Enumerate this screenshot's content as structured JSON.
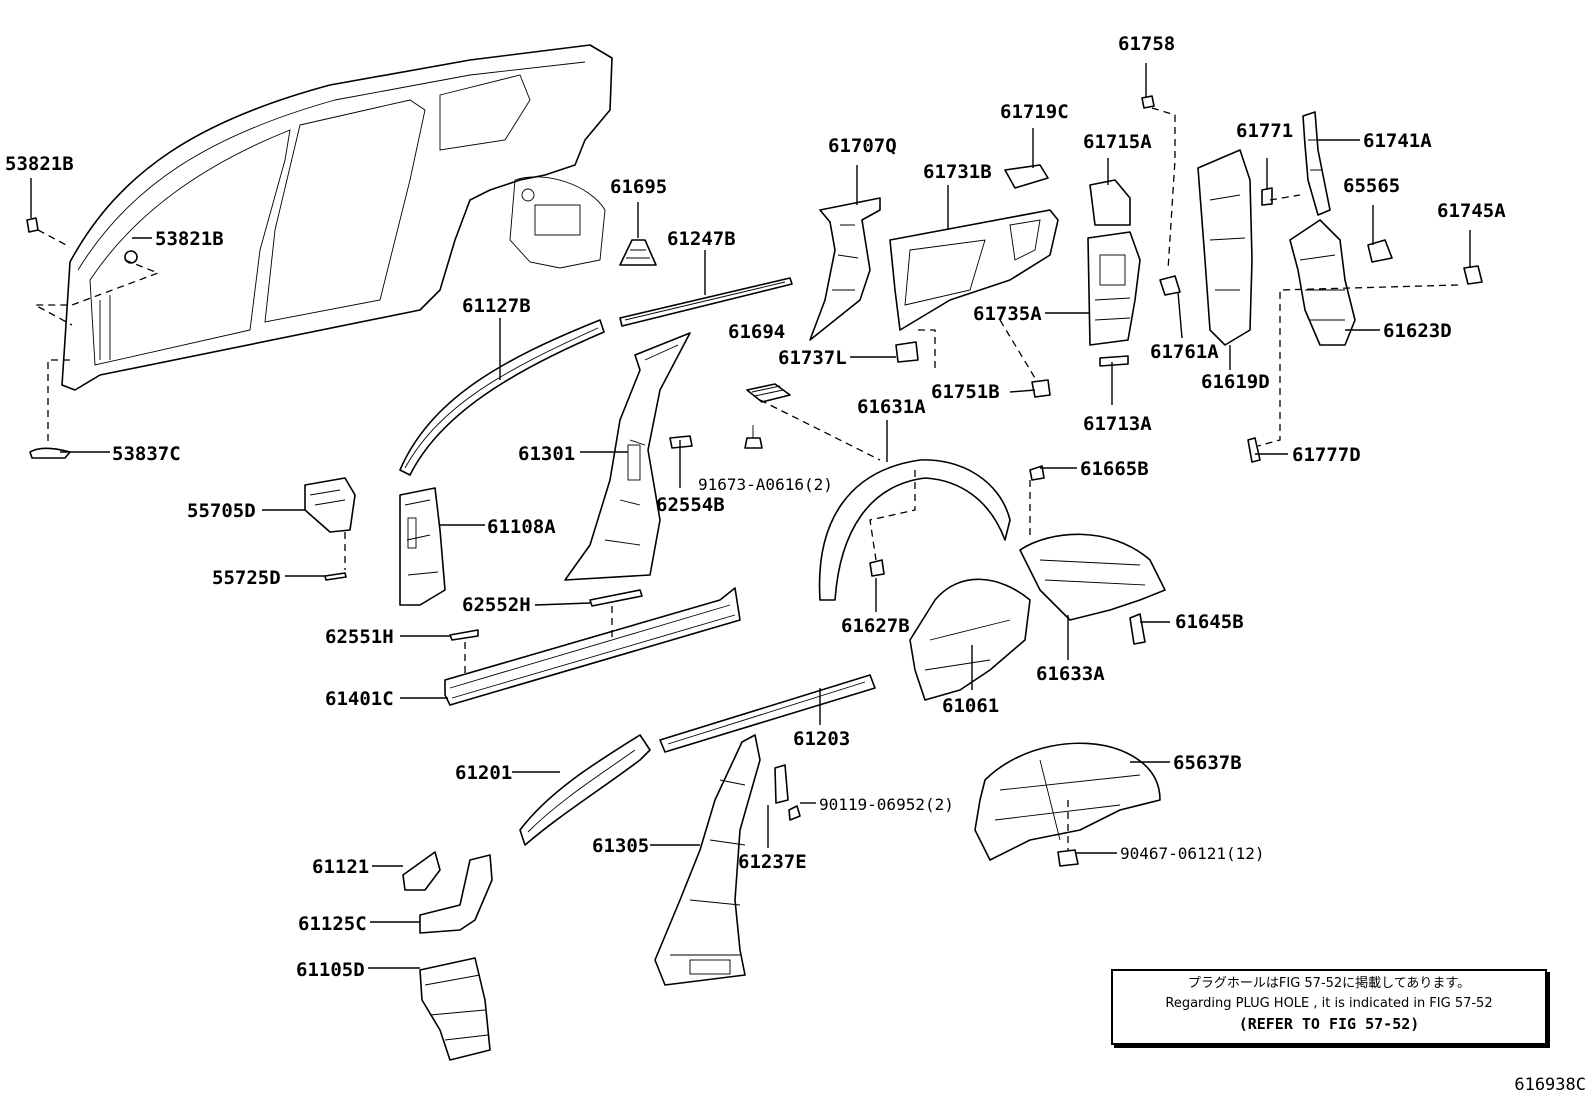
{
  "labels": {
    "l53821B_a": "53821B",
    "l53821B_b": "53821B",
    "l53837C": "53837C",
    "l61695": "61695",
    "l61247B": "61247B",
    "l61127B": "61127B",
    "l61694": "61694",
    "l61301": "61301",
    "l91673": "91673-A0616(2)",
    "l62554B": "62554B",
    "l55705D": "55705D",
    "l61108A": "61108A",
    "l55725D": "55725D",
    "l62552H": "62552H",
    "l62551H": "62551H",
    "l61401C": "61401C",
    "l61707Q": "61707Q",
    "l61719C": "61719C",
    "l61731B": "61731B",
    "l61715A": "61715A",
    "l61758": "61758",
    "l61771": "61771",
    "l61741A": "61741A",
    "l65565": "65565",
    "l61745A": "61745A",
    "l61735A": "61735A",
    "l61737L": "61737L",
    "l61751B": "61751B",
    "l61761A": "61761A",
    "l61619D": "61619D",
    "l61623D": "61623D",
    "l61713A": "61713A",
    "l61777D": "61777D",
    "l61631A": "61631A",
    "l61665B": "61665B",
    "l61627B": "61627B",
    "l61645B": "61645B",
    "l61633A": "61633A",
    "l61061": "61061",
    "l61203": "61203",
    "l61201": "61201",
    "l90119": "90119-06952(2)",
    "l61305": "61305",
    "l61237E": "61237E",
    "l65637B": "65637B",
    "l90467": "90467-06121(12)",
    "l61121": "61121",
    "l61125C": "61125C",
    "l61105D": "61105D"
  },
  "note": {
    "japanese": "プラグホールはFIG 57-52に掲載してあります。",
    "english": "Regarding  PLUG  HOLE , it is indicated in  FIG  57-52",
    "reference": "(REFER TO FIG 57-52)"
  },
  "figure_id": "616938C"
}
